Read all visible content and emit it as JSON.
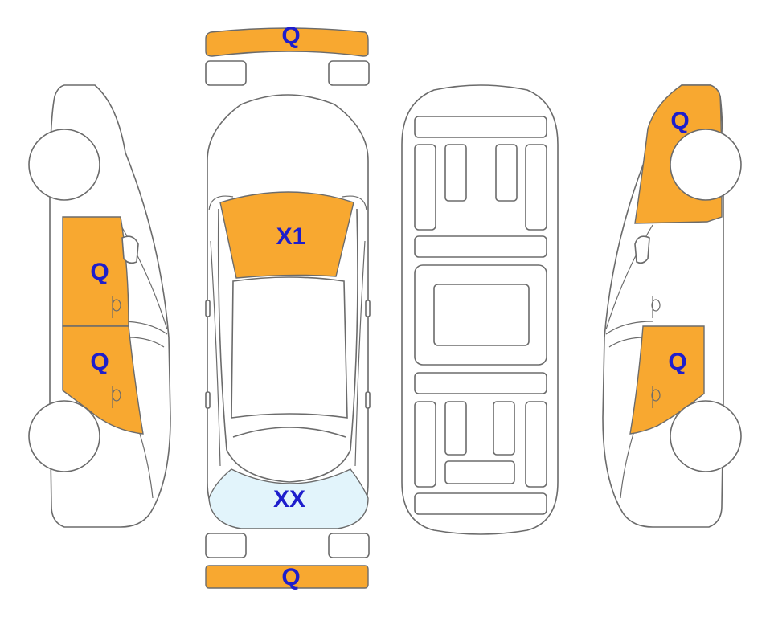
{
  "colors": {
    "damage": "#f8a830",
    "glass": "#e2f4fb",
    "label": "#1e1ecc",
    "outline": "#6b6b6b"
  },
  "labels": {
    "front_bumper": "Q",
    "rear_bumper": "Q",
    "windshield": "X1",
    "rear_window": "XX",
    "left_front_door": "Q",
    "left_rear_door": "Q",
    "right_rear_fender": "Q",
    "right_front_door": "Q"
  }
}
